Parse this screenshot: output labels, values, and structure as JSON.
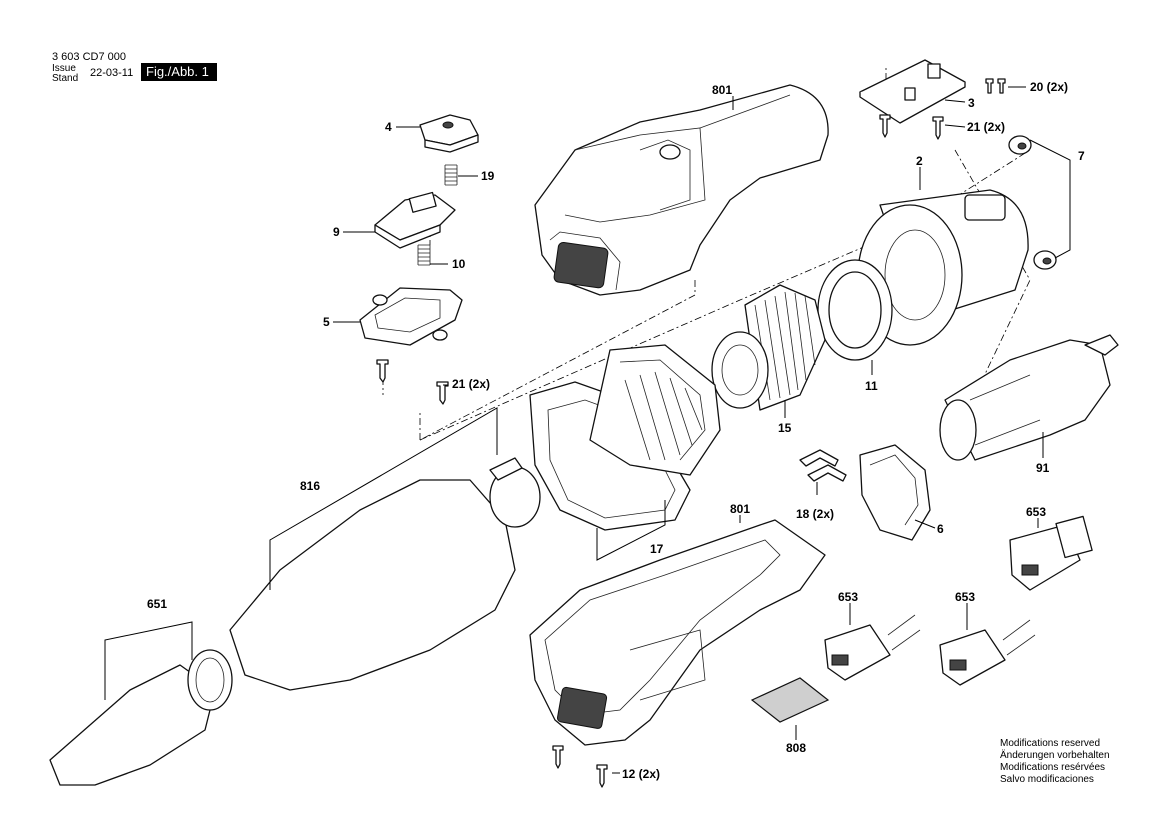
{
  "header": {
    "document_code": "3 603 CD7 000",
    "issue_label": "Issue",
    "stand_label": "Stand",
    "date": "22-03-11",
    "figure": "Fig./Abb. 1"
  },
  "callouts": {
    "c801a": "801",
    "c3": "3",
    "c20": "20 (2x)",
    "c21a": "21 (2x)",
    "c2": "2",
    "c7": "7",
    "c4": "4",
    "c19": "19",
    "c9": "9",
    "c10": "10",
    "c5": "5",
    "c21b": "21 (2x)",
    "c11": "11",
    "c15": "15",
    "c91": "91",
    "c816": "816",
    "c17": "17",
    "c801b": "801",
    "c18": "18 (2x)",
    "c6": "6",
    "c653a": "653",
    "c653b": "653",
    "c653c": "653",
    "c651": "651",
    "c808": "808",
    "c12": "12 (2x)"
  },
  "footer": {
    "line1": "Modifications reserved",
    "line2": "Änderungen vorbehalten",
    "line3": "Modifications resérvées",
    "line4": "Salvo modificaciones"
  }
}
